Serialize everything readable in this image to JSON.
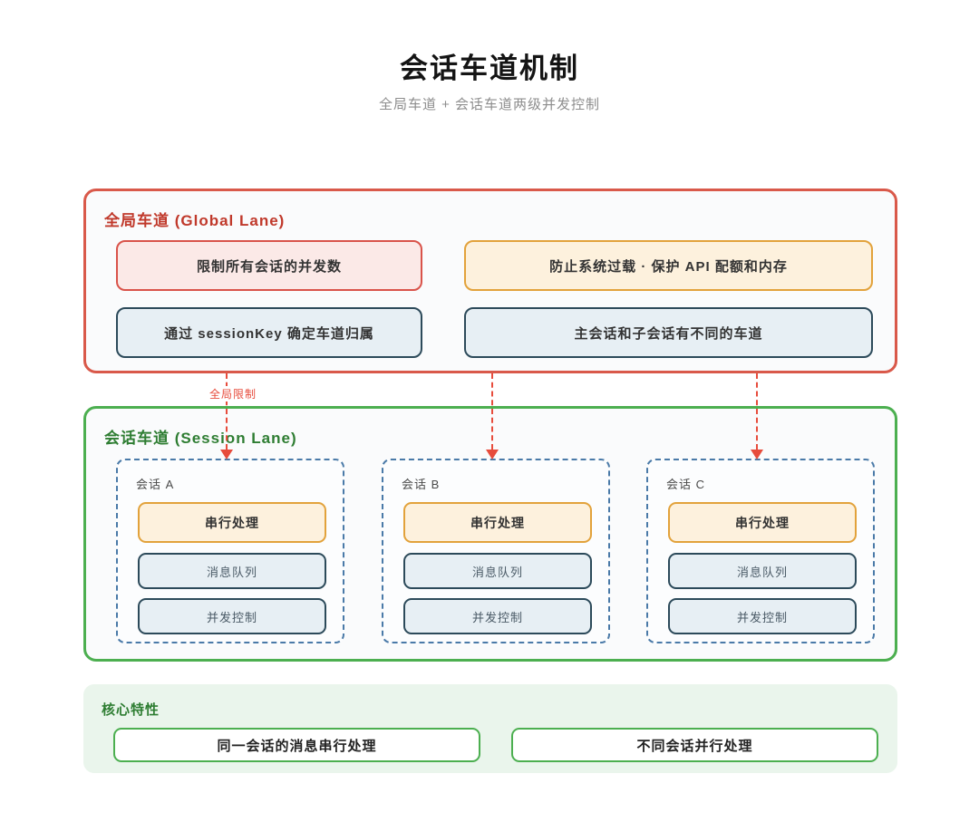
{
  "title": "会话车道机制",
  "subtitle": "全局车道 + 会话车道两级并发控制",
  "global_lane": {
    "label": "全局车道 (Global Lane)",
    "items": [
      {
        "text": "限制所有会话的并发数",
        "style": "red"
      },
      {
        "text": "防止系统过载 · 保护 API 配额和内存",
        "style": "orange"
      },
      {
        "text": "通过 sessionKey 确定车道归属",
        "style": "navy"
      },
      {
        "text": "主会话和子会话有不同的车道",
        "style": "navy"
      }
    ]
  },
  "arrow_label": "全局限制",
  "session_lane": {
    "label": "会话车道 (Session Lane)",
    "sessions": [
      {
        "name": "会话 A",
        "items": [
          "串行处理",
          "消息队列",
          "并发控制"
        ]
      },
      {
        "name": "会话 B",
        "items": [
          "串行处理",
          "消息队列",
          "并发控制"
        ]
      },
      {
        "name": "会话 C",
        "items": [
          "串行处理",
          "消息队列",
          "并发控制"
        ]
      }
    ]
  },
  "core_features": {
    "label": "核心特性",
    "items": [
      "同一会话的消息串行处理",
      "不同会话并行处理"
    ]
  },
  "colors": {
    "global_lane_border": "#d9594a",
    "global_label": "#c0392b",
    "red_item_bg": "#fbe9e7",
    "red_item_border": "#d9534a",
    "orange_item_bg": "#fdf1dd",
    "orange_item_border": "#e2a23b",
    "navy_item_bg": "#e7eff4",
    "navy_item_border": "#2c4a5a",
    "session_lane_border": "#4caf50",
    "session_label": "#2e7d32",
    "session_box_border": "#4a7aa8",
    "arrow": "#e74c3c",
    "core_bg": "#eaf5ec",
    "core_item_border": "#4caf50"
  }
}
